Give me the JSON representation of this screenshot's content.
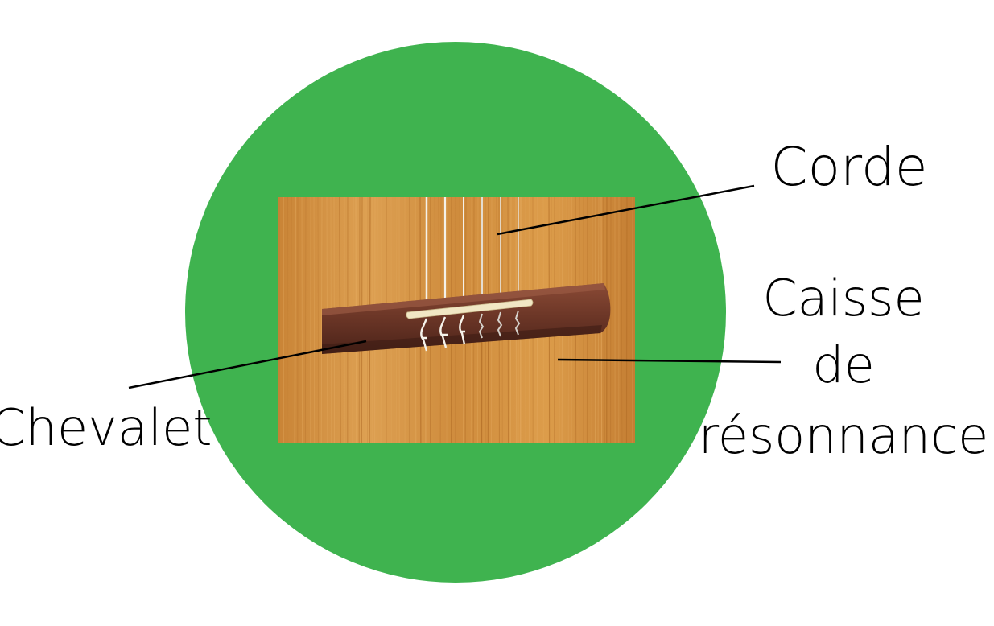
{
  "colors": {
    "background": "#ffffff",
    "circle": "#3fb34f",
    "wood_light": "#d9963f",
    "wood_dark": "#b8702a",
    "bridge": "#6e3a2c",
    "bridge_dark": "#4a231a",
    "saddle": "#f1e7c4",
    "string": "#f4f1ea",
    "leader_line": "#000000"
  },
  "labels": {
    "string": "Corde",
    "soundboard_line1": "Caisse",
    "soundboard_line2": "de",
    "soundboard_line3": "résonnance",
    "bridge": "Chevalet"
  },
  "icons": {
    "photo": "guitar-bridge-photo"
  }
}
